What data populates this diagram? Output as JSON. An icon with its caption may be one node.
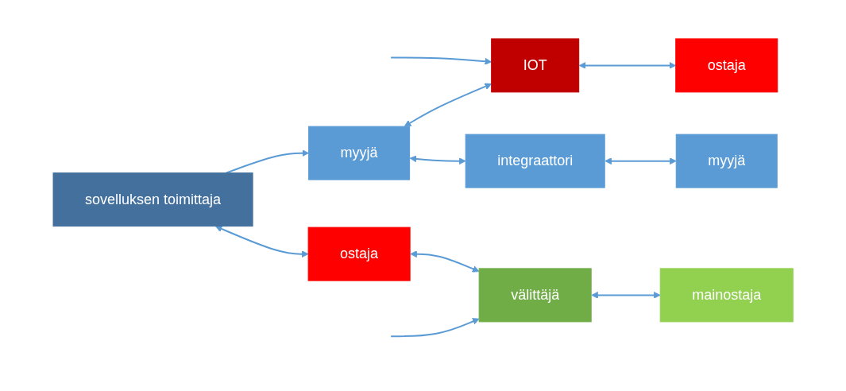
{
  "diagram": {
    "nodes": [
      {
        "text": [
          "sovelluksen toimittaja"
        ]
      },
      {
        "text": [
          "myyjä"
        ]
      },
      {
        "text": [
          "IOT"
        ]
      },
      {
        "text": [
          "ostaja"
        ]
      },
      {
        "text": [
          "integraattori"
        ]
      },
      {
        "text": [
          "myyjä"
        ]
      },
      {
        "text": [
          "ostaja"
        ]
      },
      {
        "text": [
          "välittäjä"
        ]
      },
      {
        "text": [
          "mainostaja"
        ]
      }
    ],
    "edges": [
      {
        "from": null,
        "to": 2,
        "arrow": "to"
      },
      {
        "from": 0,
        "to": 1,
        "arrow": "to"
      },
      {
        "from": 1,
        "to": 2,
        "arrow": "both"
      },
      {
        "from": 2,
        "to": 3,
        "arrow": "both"
      },
      {
        "from": 1,
        "to": 4,
        "arrow": "both"
      },
      {
        "from": 4,
        "to": 5,
        "arrow": "both"
      },
      {
        "from": 0,
        "to": 6,
        "arrow": "both"
      },
      {
        "from": 6,
        "to": 7,
        "arrow": "both"
      },
      {
        "from": 7,
        "to": 8,
        "arrow": "both"
      },
      {
        "from": null,
        "to": 7,
        "arrow": "to"
      }
    ]
  }
}
